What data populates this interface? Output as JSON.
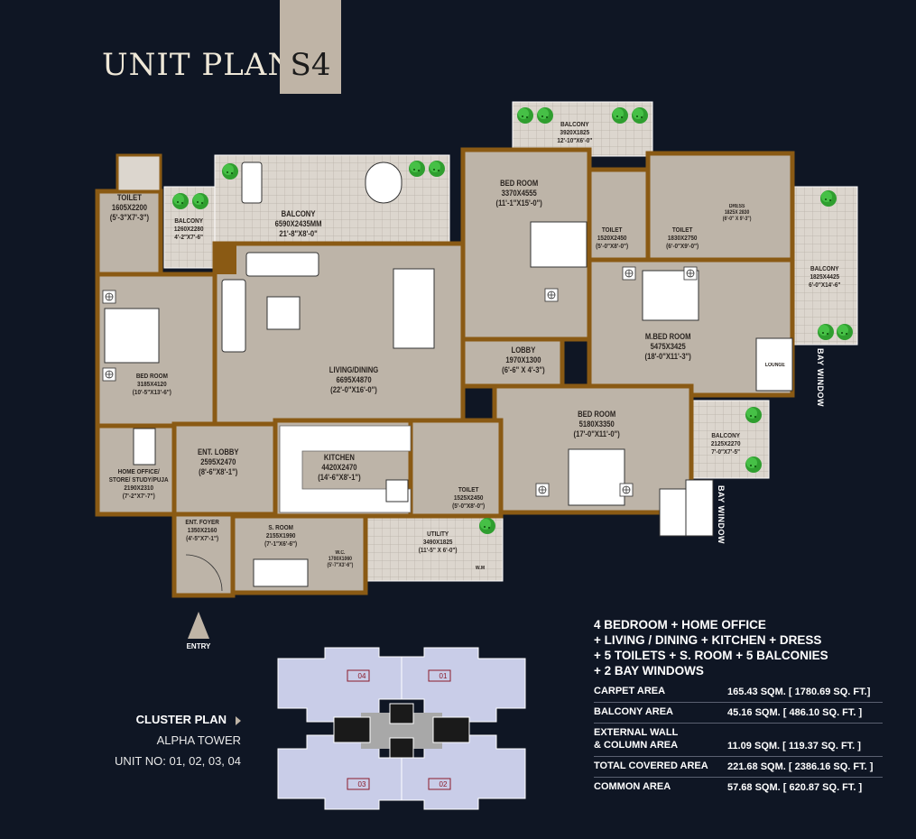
{
  "header": {
    "title": "UNIT PLAN",
    "unit_code": "S4"
  },
  "rooms": [
    {
      "name": "TOILET",
      "dim_mm": "1605X2200",
      "dim_ft": "(5'-3\"X7'-3\")"
    },
    {
      "name": "BALCONY",
      "dim_mm": "1260X2280",
      "dim_ft": "4'-2\"X7'-6\""
    },
    {
      "name": "BALCONY",
      "dim_mm": "6590X2435MM",
      "dim_ft": "21'-8\"X8'-0\""
    },
    {
      "name": "BALCONY",
      "dim_mm": "3920X1825",
      "dim_ft": "12'-10\"X6'-0\""
    },
    {
      "name": "BED ROOM",
      "dim_mm": "3370X4555",
      "dim_ft": "(11'-1\"X15'-0\")"
    },
    {
      "name": "TOILET",
      "dim_mm": "1520X2450",
      "dim_ft": "(5'-0\"X8'-0\")"
    },
    {
      "name": "TOILET",
      "dim_mm": "1830X2750",
      "dim_ft": "(6'-0\"X9'-0\")"
    },
    {
      "name": "DRESS",
      "dim_mm": "1825X 2830",
      "dim_ft": "(6'-0\" X 9'-3\")"
    },
    {
      "name": "BALCONY",
      "dim_mm": "1825X4425",
      "dim_ft": "6'-0\"X14'-6\""
    },
    {
      "name": "BED ROOM",
      "dim_mm": "3185X4120",
      "dim_ft": "(10'-5\"X13'-6\")"
    },
    {
      "name": "LIVING/DINING",
      "dim_mm": "6695X4870",
      "dim_ft": "(22'-0\"X16'-0\")"
    },
    {
      "name": "LOBBY",
      "dim_mm": "1970X1300",
      "dim_ft": "(6'-6\" X 4'-3\")"
    },
    {
      "name": "M.BED ROOM",
      "dim_mm": "5475X3425",
      "dim_ft": "(18'-0\"X11'-3\")"
    },
    {
      "name": "LOUNGE",
      "dim_mm": "",
      "dim_ft": ""
    },
    {
      "name": "BED ROOM",
      "dim_mm": "5180X3350",
      "dim_ft": "(17'-0\"X11'-0\")"
    },
    {
      "name": "BALCONY",
      "dim_mm": "2125X2270",
      "dim_ft": "7'-0\"X7'-5\""
    },
    {
      "name": "HOME OFFICE/\nSTORE/ STUDY/PUJA",
      "dim_mm": "2190X2310",
      "dim_ft": "(7'-2\"X7'-7\")"
    },
    {
      "name": "ENT. LOBBY",
      "dim_mm": "2595X2470",
      "dim_ft": "(8'-6\"X8'-1\")"
    },
    {
      "name": "KITCHEN",
      "dim_mm": "4420X2470",
      "dim_ft": "(14'-6\"X8'-1\")"
    },
    {
      "name": "TOILET",
      "dim_mm": "1525X2450",
      "dim_ft": "(5'-0\"X8'-0\")"
    },
    {
      "name": "ENT. FOYER",
      "dim_mm": "1350X2160",
      "dim_ft": "(4'-5\"X7'-1\")"
    },
    {
      "name": "S. ROOM",
      "dim_mm": "2155X1990",
      "dim_ft": "(7'-1\"X6'-6\")"
    },
    {
      "name": "W.C.",
      "dim_mm": "1700X1060",
      "dim_ft": "(5'-7\"X3'-6\")"
    },
    {
      "name": "UTILITY",
      "dim_mm": "3490X1825",
      "dim_ft": "(11'-5\" X 6'-0\")"
    },
    {
      "name": "W.M",
      "dim_mm": "",
      "dim_ft": ""
    }
  ],
  "bay_window_label": "BAY WINDOW",
  "entry_label": "ENTRY",
  "cluster": {
    "heading": "CLUSTER PLAN",
    "tower": "ALPHA TOWER",
    "units": "UNIT NO: 01, 02, 03, 04",
    "unit_tags": [
      "04",
      "01",
      "03",
      "02"
    ]
  },
  "summary": {
    "lines": [
      "4 BEDROOM + HOME OFFICE",
      "+ LIVING / DINING + KITCHEN + DRESS",
      "+ 5 TOILETS + S. ROOM + 5 BALCONIES",
      "+ 2 BAY WINDOWS"
    ]
  },
  "areas": [
    {
      "label": "CARPET AREA",
      "value": "165.43 SQM. [ 1780.69 SQ. FT.]"
    },
    {
      "label": "BALCONY AREA",
      "value": "45.16 SQM. [ 486.10 SQ. FT. ]"
    },
    {
      "label": "EXTERNAL WALL\n& COLUMN AREA",
      "value": "11.09 SQM. [ 119.37 SQ. FT. ]"
    },
    {
      "label": "TOTAL COVERED AREA",
      "value": "221.68 SQM. [ 2386.16 SQ. FT. ]"
    },
    {
      "label": "COMMON AREA",
      "value": "57.68 SQM. [ 620.87 SQ. FT. ]"
    }
  ],
  "colors": {
    "background": "#0f1624",
    "floor": "#bdb4a8",
    "wall": "#8a5a14",
    "tile": "#dcd6ce",
    "accent": "#bfb4a6",
    "cluster_unit": "#c9cde8"
  }
}
